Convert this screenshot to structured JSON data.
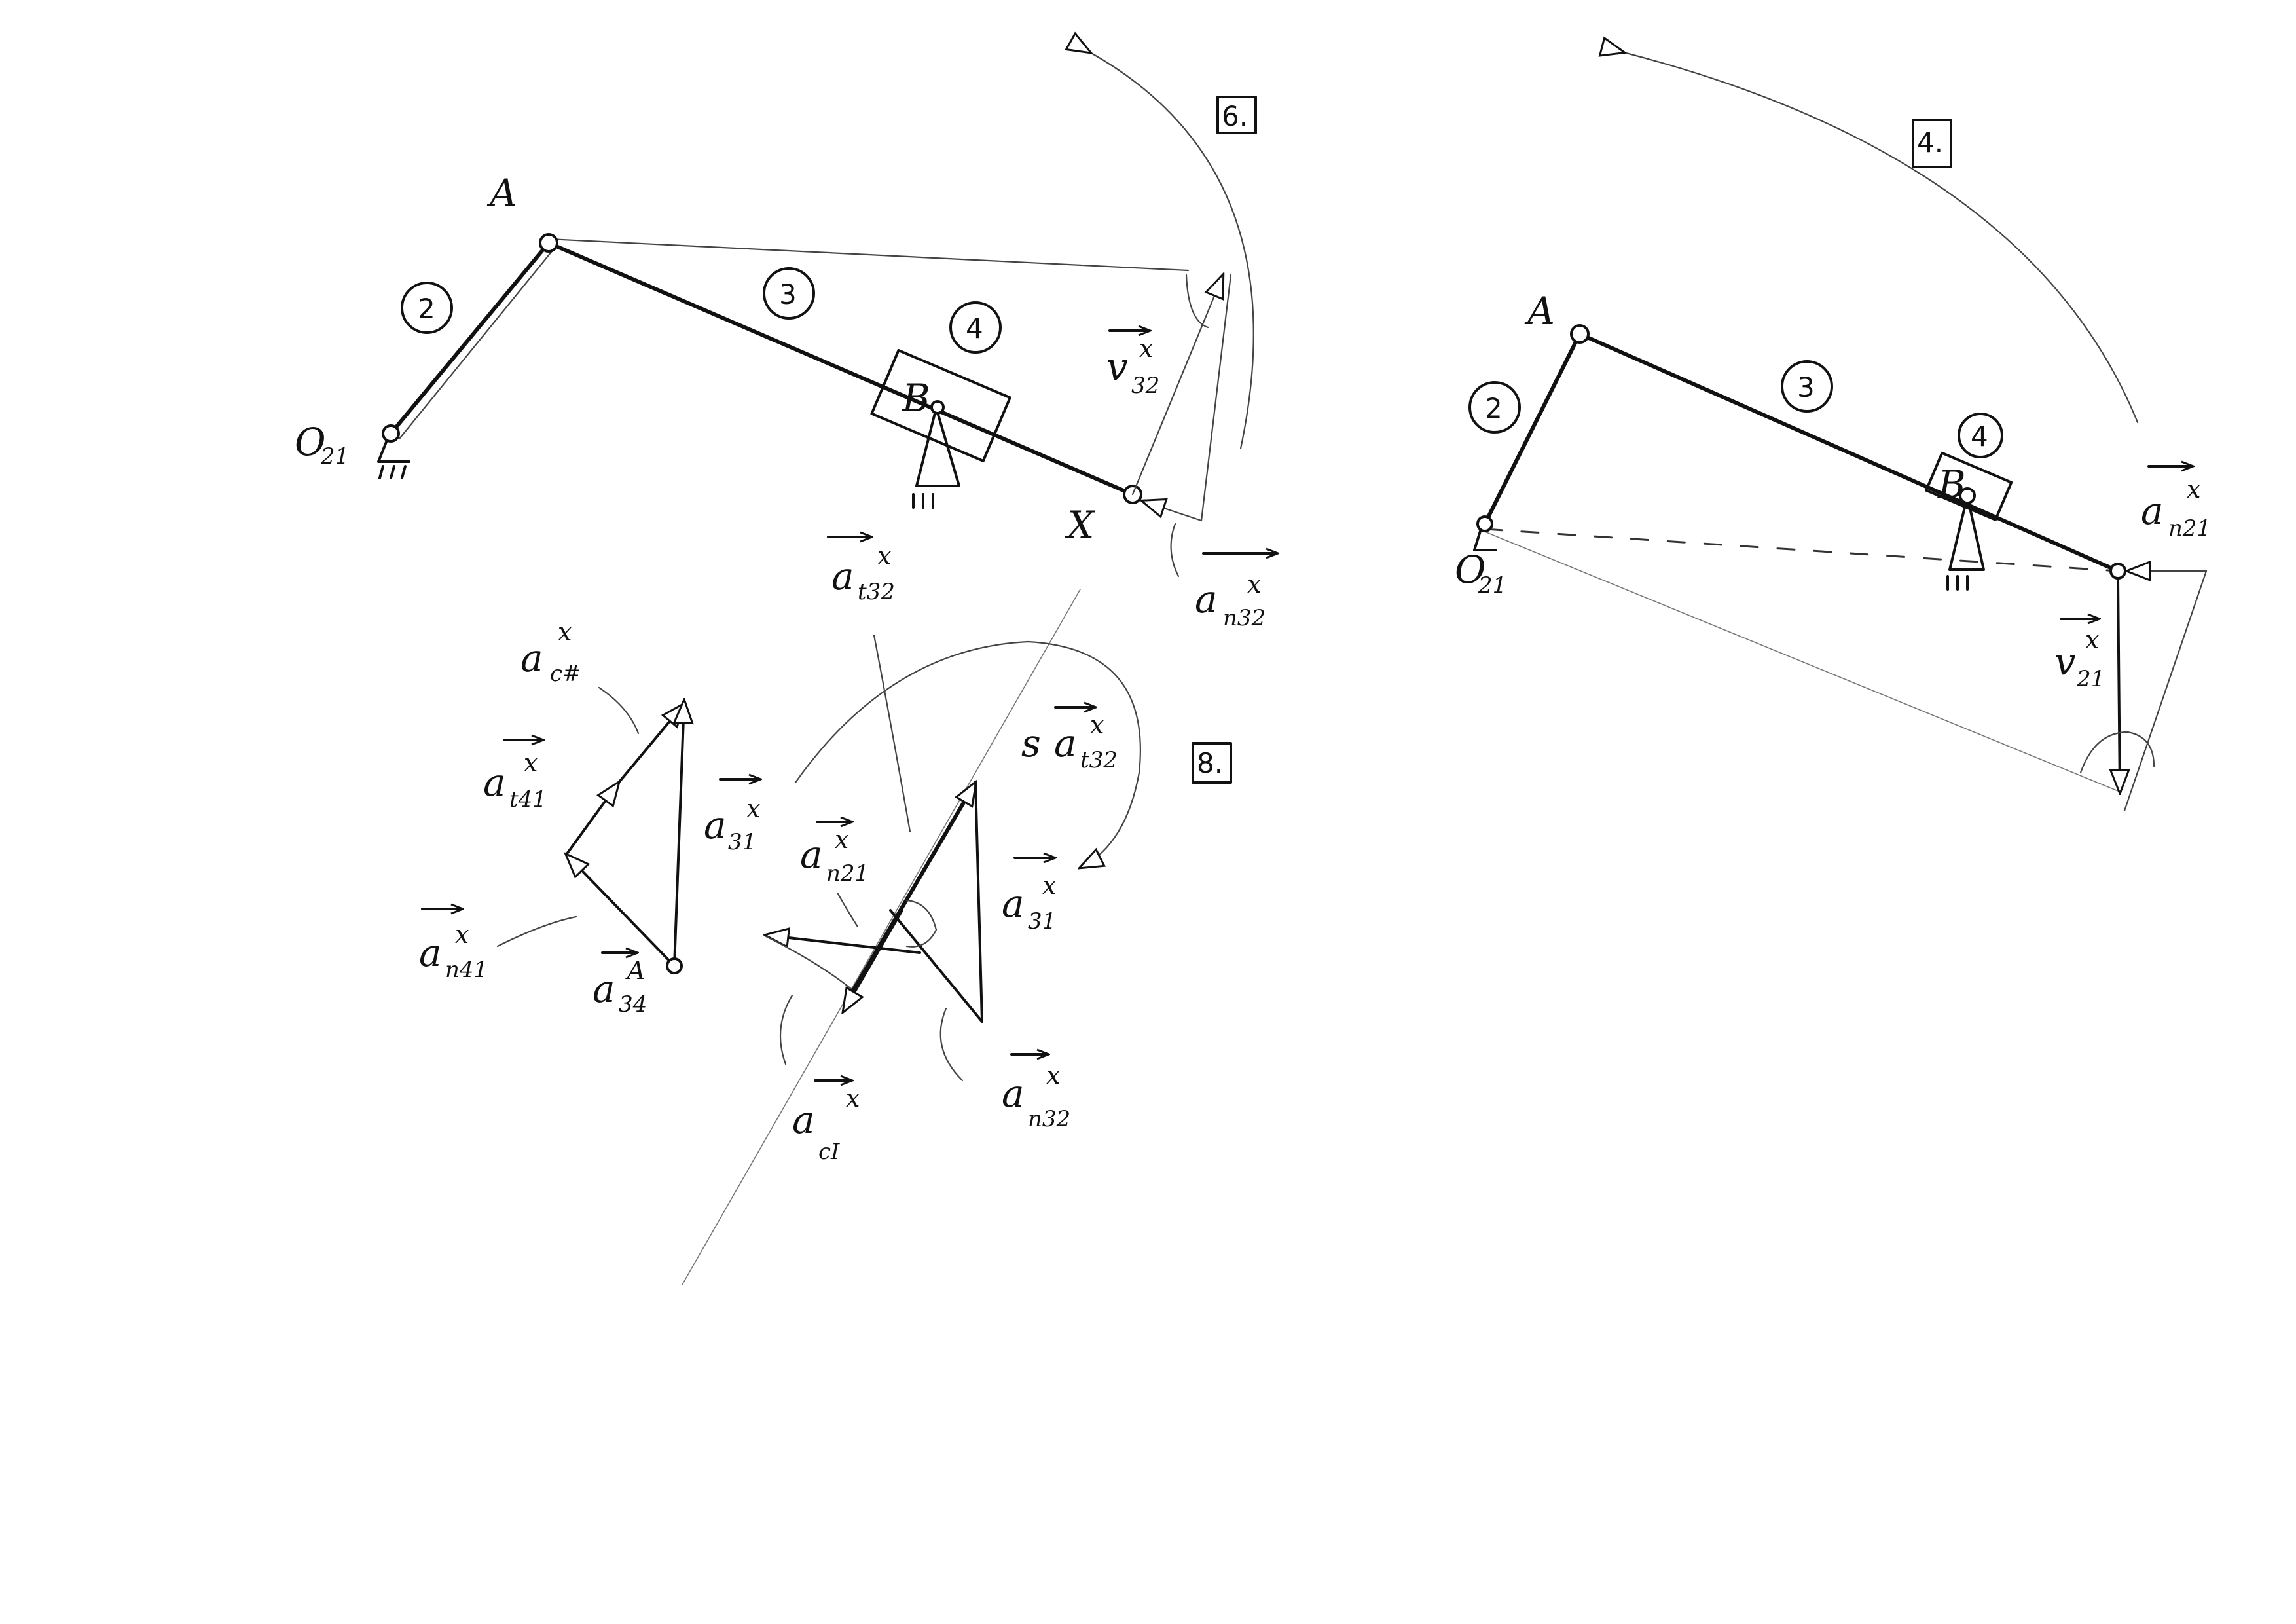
{
  "colors": {
    "ink": "#111111",
    "paper": "#ffffff"
  },
  "left_mechanism": {
    "point_A": "A",
    "point_O": "O",
    "point_O_sub": "21",
    "point_B": "B",
    "point_X": "X",
    "link2": "2",
    "link3": "3",
    "slider4": "4",
    "step_box": "6.",
    "v_label": {
      "base": "v",
      "sub": "32",
      "sup": "x"
    },
    "at_label": {
      "base": "a",
      "sub": "t32",
      "sup": "x"
    },
    "an_label": {
      "base": "a",
      "sub": "n32",
      "sup": "x"
    }
  },
  "right_mechanism": {
    "point_A": "A",
    "point_O": "O",
    "point_O_sub": "21",
    "point_B": "B",
    "link2": "2",
    "link3": "3",
    "slider4": "4",
    "step_box": "4.",
    "an_label": {
      "base": "a",
      "sub": "n21",
      "sup": "x"
    },
    "v_label": {
      "base": "v",
      "sub": "21",
      "sup": "x"
    }
  },
  "accel_small_polygon": {
    "ac_label": {
      "base": "a",
      "sub": "c#",
      "sup": "x"
    },
    "at_label": {
      "base": "a",
      "sub": "t41",
      "sup": "x"
    },
    "an_label": {
      "base": "a",
      "sub": "n41",
      "sup": "x"
    },
    "a34_label": {
      "base": "a",
      "sub": "34",
      "sup": "A"
    },
    "a31_label": {
      "base": "a",
      "sub": "31",
      "sup": "x"
    }
  },
  "accel_main_polygon": {
    "step_box": "8.",
    "at32_label": {
      "prefix": "s",
      "base": "a",
      "sub": "t32",
      "sup": "x"
    },
    "an21_label": {
      "base": "a",
      "sub": "n21",
      "sup": "x"
    },
    "a31_label": {
      "base": "a",
      "sub": "31",
      "sup": "x"
    },
    "ac_label": {
      "base": "a",
      "sub": "cI",
      "sup": "x"
    },
    "an32_label": {
      "base": "a",
      "sub": "n32",
      "sup": "x"
    }
  }
}
